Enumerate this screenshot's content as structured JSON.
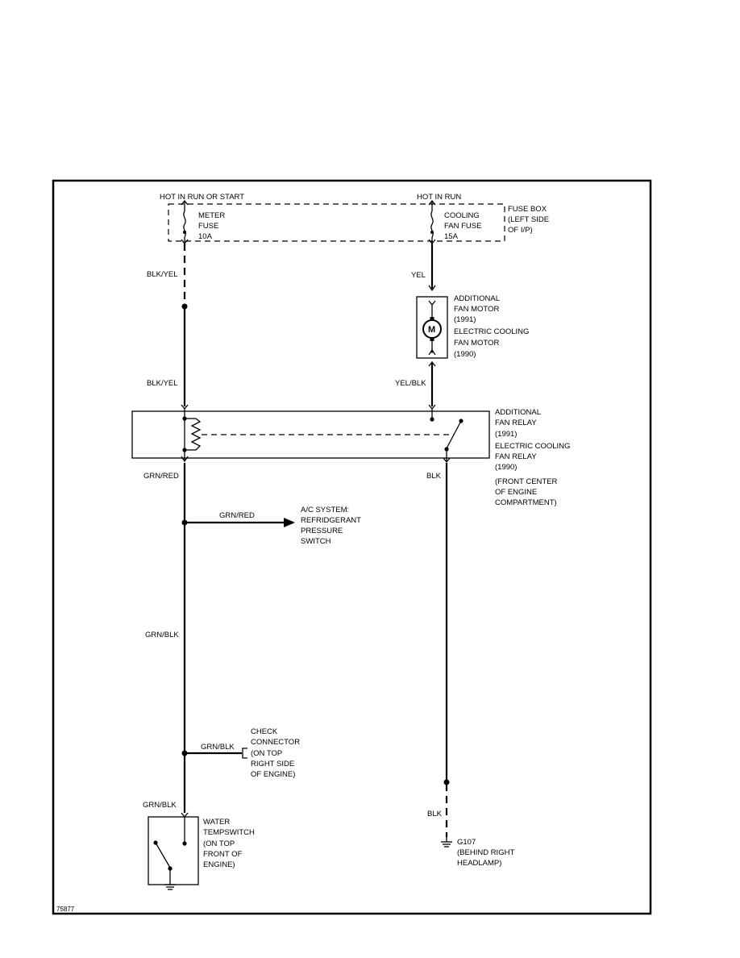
{
  "diagram": {
    "id_code": "75877",
    "fuse_meter": {
      "power": "HOT IN RUN OR START",
      "name_line1": "METER",
      "name_line2": "FUSE",
      "rating": "10A"
    },
    "fuse_cooling": {
      "power": "HOT IN RUN",
      "name_line1": "COOLING",
      "name_line2": "FAN FUSE",
      "rating": "15A"
    },
    "fuse_box": {
      "line1": "FUSE BOX",
      "line2": "(LEFT SIDE",
      "line3": "OF I/P)"
    },
    "motor": {
      "symbol": "M",
      "line1": "ADDITIONAL",
      "line2": "FAN MOTOR",
      "line3": "(1991)",
      "line4": "ELECTRIC COOLING",
      "line5": "FAN MOTOR",
      "line6": "(1990)"
    },
    "relay": {
      "line1": "ADDITIONAL",
      "line2": "FAN RELAY",
      "line3": "(1991)",
      "line4": "ELECTRIC COOLING",
      "line5": "FAN RELAY",
      "line6": "(1990)",
      "loc1": "(FRONT CENTER",
      "loc2": "OF ENGINE",
      "loc3": "COMPARTMENT)"
    },
    "ac_system": {
      "line1": "A/C SYSTEM:",
      "line2": "REFRIDGERANT",
      "line3": "PRESSURE",
      "line4": "SWITCH"
    },
    "check_connector": {
      "line1": "CHECK",
      "line2": "CONNECTOR",
      "line3": "(ON TOP",
      "line4": "RIGHT SIDE",
      "line5": "OF ENGINE)"
    },
    "water_temp_switch": {
      "line1": "WATER",
      "line2": "TEMPSWITCH",
      "line3": "(ON TOP",
      "line4": "FRONT OF",
      "line5": "ENGINE)"
    },
    "ground": {
      "line1": "G107",
      "line2": "(BEHIND RIGHT",
      "line3": "HEADLAMP)"
    },
    "wires": {
      "blk_yel_upper": "BLK/YEL",
      "blk_yel_lower": "BLK/YEL",
      "yel": "YEL",
      "yel_blk": "YEL/BLK",
      "grn_red_main": "GRN/RED",
      "grn_red_branch": "GRN/RED",
      "blk_relay": "BLK",
      "grn_blk_main": "GRN/BLK",
      "grn_blk_branch": "GRN/BLK",
      "grn_blk_lower": "GRN/BLK",
      "blk_ground": "BLK"
    }
  }
}
